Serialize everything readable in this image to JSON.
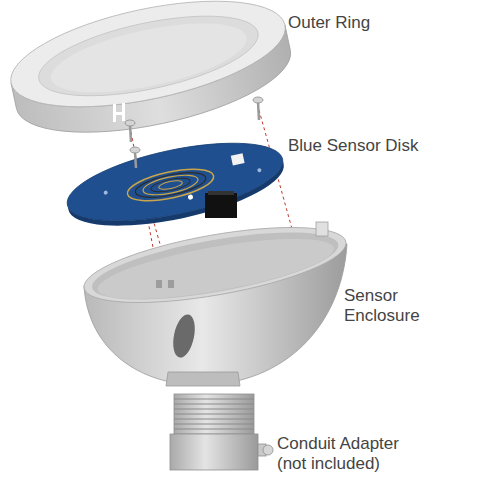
{
  "diagram": {
    "labels": [
      "Outer Ring",
      "Blue Sensor Disk",
      "Sensor Enclosure",
      "Conduit Adapter (not included)"
    ]
  }
}
